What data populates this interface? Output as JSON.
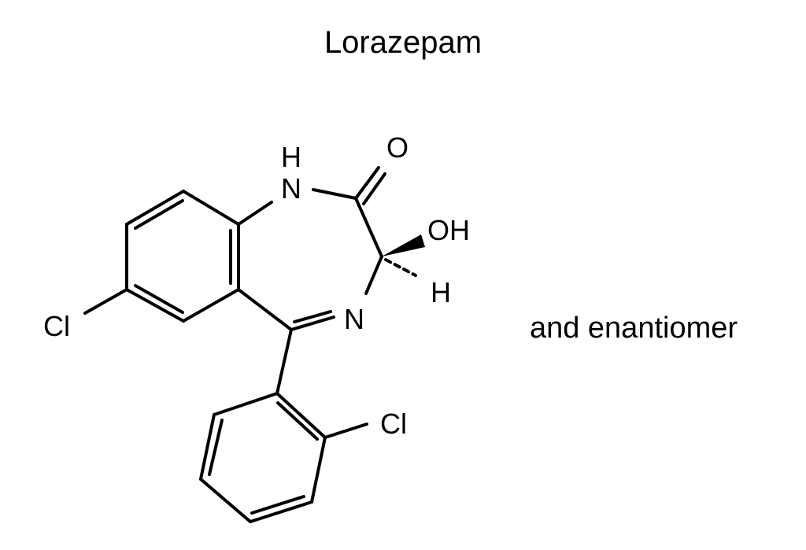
{
  "title": "Lorazepam",
  "note": "and enantiomer",
  "atoms": {
    "n1": "N",
    "n1_h": "H",
    "o_carbonyl": "O",
    "oh": "OH",
    "h3": "H",
    "n4": "N",
    "cl7": "Cl",
    "cl2prime": "Cl"
  },
  "colors": {
    "ink": "#000000",
    "background": "#ffffff"
  }
}
